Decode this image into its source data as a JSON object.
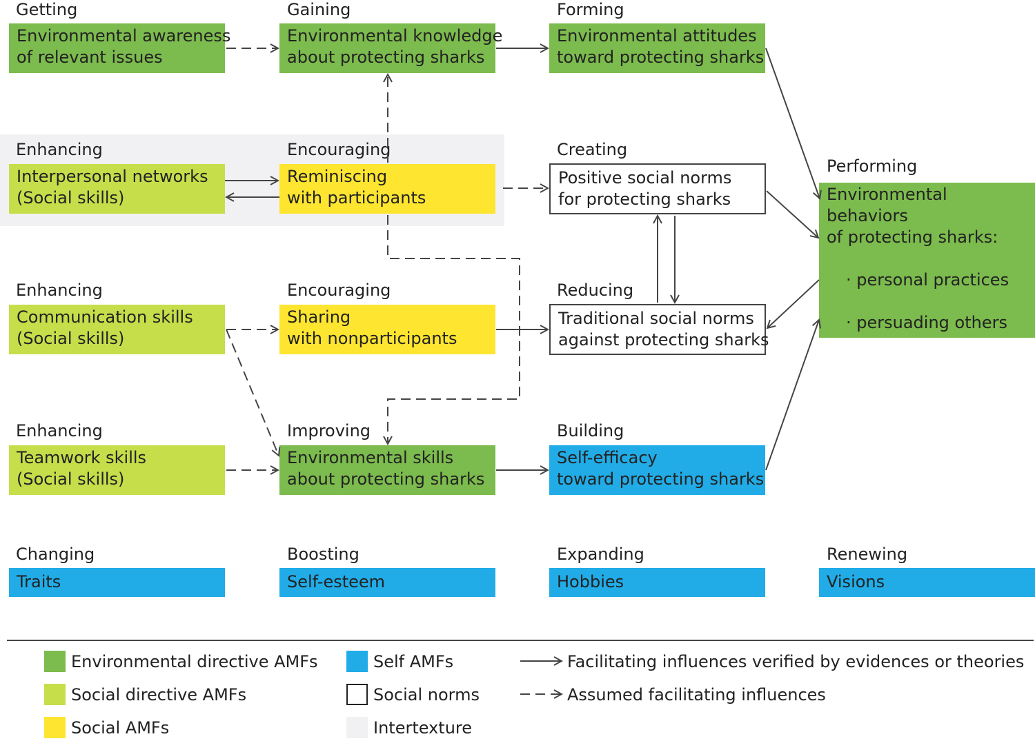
{
  "stages": {
    "getting": "Getting",
    "gaining": "Gaining",
    "forming": "Forming",
    "enhancing1": "Enhancing",
    "encouraging1": "Encouraging",
    "creating": "Creating",
    "performing": "Performing",
    "enhancing2": "Enhancing",
    "encouraging2": "Encouraging",
    "reducing": "Reducing",
    "enhancing3": "Enhancing",
    "improving": "Improving",
    "building": "Building",
    "changing": "Changing",
    "boosting": "Boosting",
    "expanding": "Expanding",
    "renewing": "Renewing"
  },
  "boxes": {
    "awareness": [
      "Environmental awareness",
      "of relevant issues"
    ],
    "knowledge": [
      "Environmental knowledge",
      "about protecting sharks"
    ],
    "attitudes": [
      "Environmental attitudes",
      "toward protecting sharks"
    ],
    "networks": [
      "Interpersonal networks",
      "(Social skills)"
    ],
    "reminiscing": [
      "Reminiscing",
      "with participants"
    ],
    "positive_norms": [
      "Positive social norms",
      "for protecting sharks"
    ],
    "communication": [
      "Communication skills",
      "(Social skills)"
    ],
    "sharing": [
      "Sharing",
      "with nonparticipants"
    ],
    "traditional_norms": [
      "Traditional social norms",
      "against protecting sharks"
    ],
    "teamwork": [
      "Teamwork skills",
      "(Social skills)"
    ],
    "env_skills": [
      "Environmental skills",
      "about protecting sharks"
    ],
    "self_efficacy": [
      "Self-efficacy",
      "toward protecting sharks"
    ],
    "traits": "Traits",
    "self_esteem": "Self-esteem",
    "hobbies": "Hobbies",
    "visions": "Visions"
  },
  "performing_box": {
    "title": [
      "Environmental behaviors",
      "of protecting sharks:"
    ],
    "bullets": [
      "· personal practices",
      "· persuading others"
    ]
  },
  "legend": {
    "env_directive": "Environmental directive AMFs",
    "social_directive": "Social directive AMFs",
    "social_amfs": "Social AMFs",
    "self_amfs": "Self AMFs",
    "social_norms": "Social norms",
    "intertexture": "Intertexture",
    "solid_arrow": "Facilitating influences verified by evidences or theories",
    "dashed_arrow": "Assumed facilitating influences"
  },
  "colors": {
    "env_directive": "#7cbb4d",
    "social_directive": "#c6de4a",
    "social_amfs": "#fde530",
    "self_amfs": "#21ace7",
    "intertexture": "#f1f1f3"
  }
}
